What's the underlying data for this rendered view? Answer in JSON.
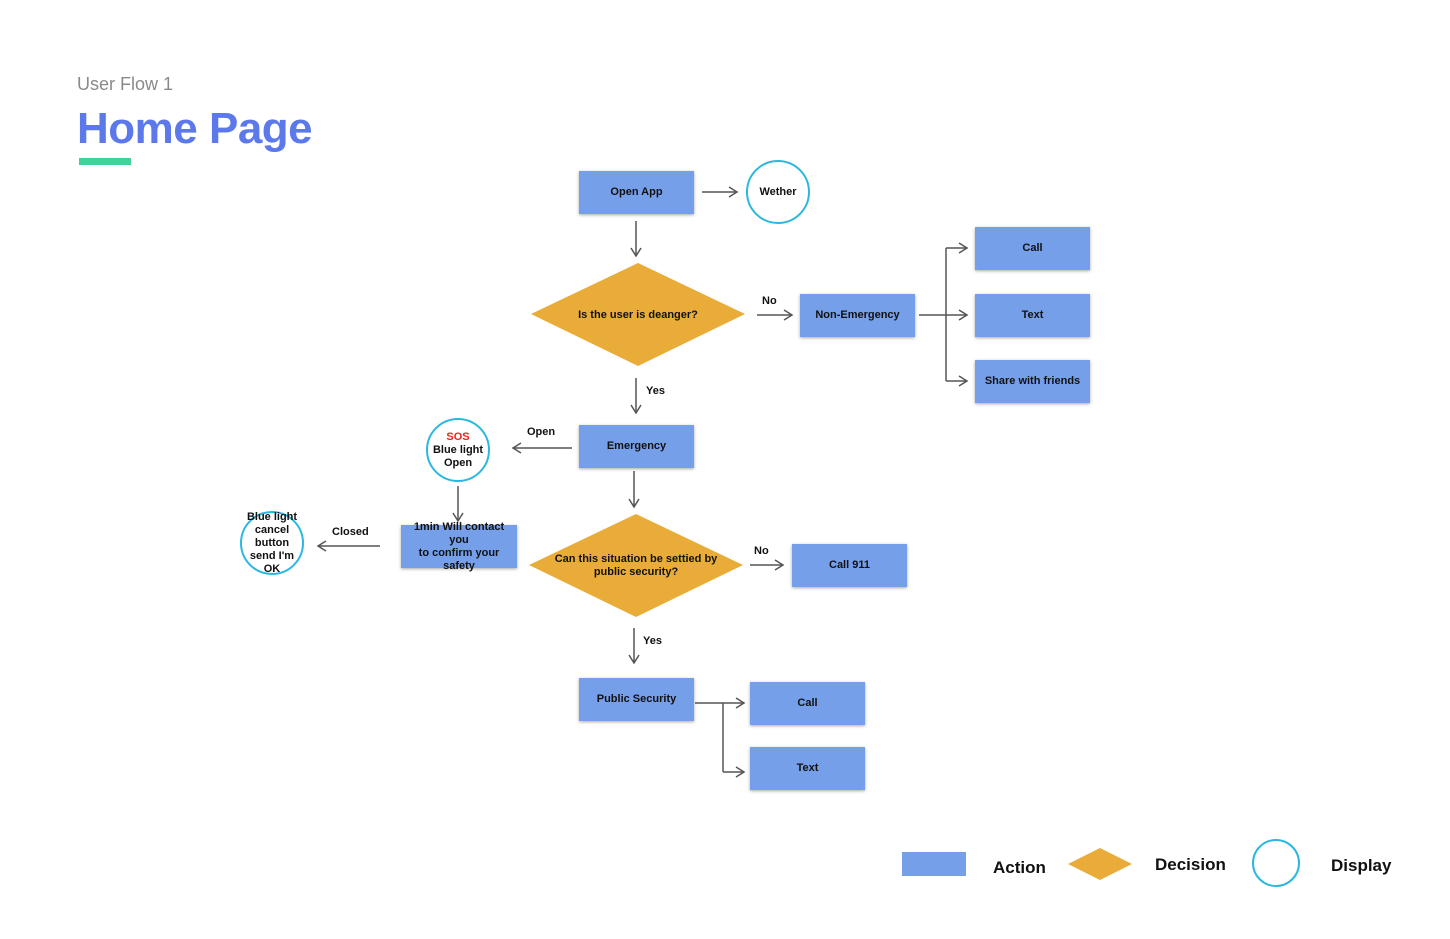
{
  "header": {
    "subtitle": "User Flow 1",
    "title": "Home Page"
  },
  "colors": {
    "action": "#769fe9",
    "decision": "#e9ac38",
    "display_border": "#2bb8e0",
    "title": "#5b79ea",
    "accent": "#3fd39a",
    "sos": "#e8221b"
  },
  "nodes": {
    "open_app": "Open App",
    "wether": "Wether",
    "decision_danger": "Is the user is deanger?",
    "non_emergency": "Non-Emergency",
    "call_1": "Call",
    "text_1": "Text",
    "share": "Share with friends",
    "emergency": "Emergency",
    "sos_circle": {
      "line1": "SOS",
      "line2": "Blue light",
      "line3": "Open"
    },
    "contact": {
      "line1": "1min Will contact you",
      "line2": "to confirm your safety"
    },
    "cancel_circle": {
      "line1": "Blue light",
      "line2": "cancel button",
      "line3": "send I'm OK"
    },
    "decision_security": {
      "line1": "Can this situation be settied by",
      "line2": "public security?"
    },
    "call_911": "Call 911",
    "public_security": "Public Security",
    "call_2": "Call",
    "text_2": "Text"
  },
  "edge_labels": {
    "no_1": "No",
    "yes_1": "Yes",
    "open": "Open",
    "closed": "Closed",
    "no_2": "No",
    "yes_2": "Yes"
  },
  "legend": {
    "action": "Action",
    "decision": "Decision",
    "display": "Display"
  }
}
